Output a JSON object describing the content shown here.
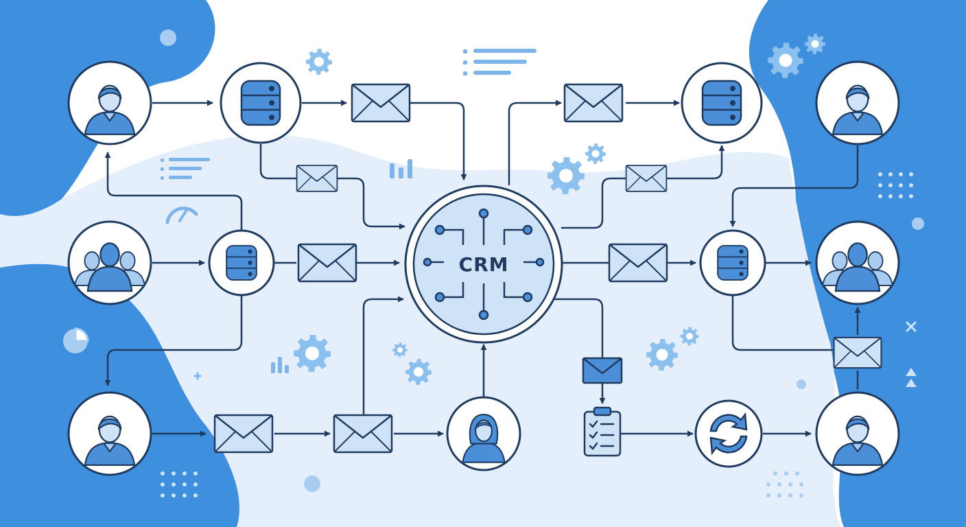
{
  "diagram": {
    "hub": {
      "label": "CRM"
    },
    "colors": {
      "background": "#ffffff",
      "blob_dark": "#3f8fdf",
      "blob_light": "#e4effb",
      "stroke": "#1f3a5f",
      "node_fill": "#ffffff",
      "icon_fill": "#4a8fd8",
      "icon_light": "#a9cdf0",
      "envelope_fill": "#cfe3f7",
      "decor": "#7db5ea"
    },
    "nodes": [
      {
        "id": "user-top-left",
        "kind": "person",
        "icon": "person-icon"
      },
      {
        "id": "db-top-left",
        "kind": "database",
        "icon": "database-icon"
      },
      {
        "id": "group-mid-left",
        "kind": "group",
        "icon": "group-icon"
      },
      {
        "id": "db-mid-left",
        "kind": "database",
        "icon": "database-icon"
      },
      {
        "id": "user-bottom-left",
        "kind": "person",
        "icon": "person-icon"
      },
      {
        "id": "user-bottom-center",
        "kind": "person",
        "icon": "woman-icon"
      },
      {
        "id": "db-top-right",
        "kind": "database",
        "icon": "database-icon"
      },
      {
        "id": "user-top-right",
        "kind": "person",
        "icon": "person-icon"
      },
      {
        "id": "db-mid-right",
        "kind": "database",
        "icon": "database-icon"
      },
      {
        "id": "group-mid-right",
        "kind": "group",
        "icon": "group-icon"
      },
      {
        "id": "sync-bottom-right",
        "kind": "sync",
        "icon": "sync-icon"
      },
      {
        "id": "user-bottom-right",
        "kind": "person",
        "icon": "person-icon"
      },
      {
        "id": "checklist-bottom",
        "kind": "checklist",
        "icon": "clipboard-checklist-icon"
      }
    ]
  }
}
